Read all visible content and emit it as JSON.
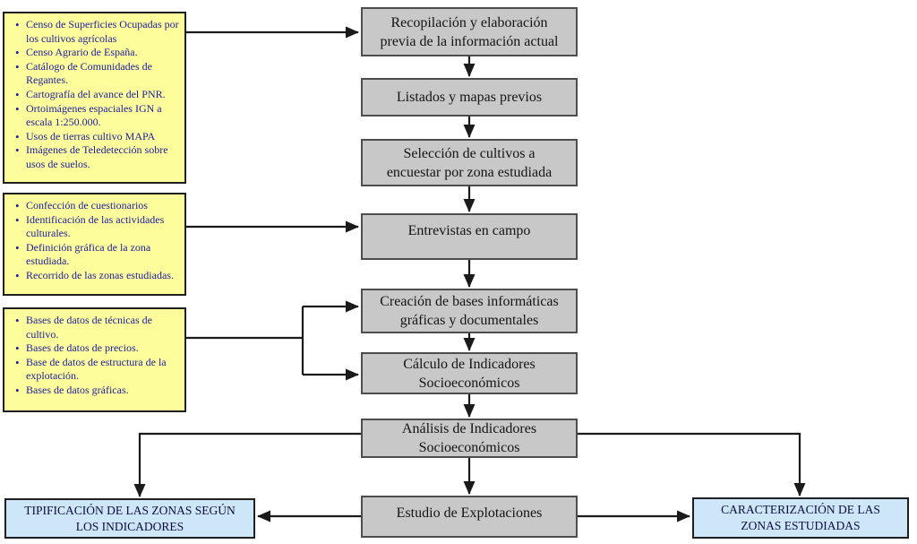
{
  "diagram": {
    "title_hint": "Metodología de estudio (flujo de trabajo)",
    "colors": {
      "source_box_bg": "#fdfd9c",
      "source_box_text": "#1c1c9e",
      "process_box_bg": "#c8c8c8",
      "process_box_text": "#141414",
      "result_box_bg": "#cde7f8",
      "result_box_text": "#0d0d3d",
      "arrow": "#1a1a1a",
      "background": "#ffffff"
    },
    "source_boxes": [
      {
        "items": [
          "Censo de Superficies Ocupadas por los cultivos agrícolas",
          "Censo Agrario de España.",
          "Catálogo de Comunidades de Regantes.",
          "Cartografía del avance del PNR.",
          "Ortoimágenes espaciales IGN a escala 1:250.000.",
          "Usos de tierras cultivo MAPA",
          "Imágenes de Teledetección sobre usos de suelos."
        ]
      },
      {
        "items": [
          "Confección de cuestionarios",
          "Identificación de las actividades culturales.",
          "Definición gráfica de la zona estudiada.",
          "Recorrido de las zonas estudiadas."
        ]
      },
      {
        "items": [
          "Bases de datos de técnicas de cultivo.",
          "Bases de datos de precios.",
          "Base de datos de estructura de la explotación.",
          "Bases de datos gráficas."
        ]
      }
    ],
    "process_boxes": [
      {
        "label": "Recopilación y elaboración\nprevia de la información actual"
      },
      {
        "label": "Listados y mapas previos"
      },
      {
        "label": "Selección de cultivos a\nencuestar por zona estudiada"
      },
      {
        "label": "Entrevistas en campo"
      },
      {
        "label": "Creación de bases informáticas\ngráficas y documentales"
      },
      {
        "label": "Cálculo de Indicadores\nSocioeconómicos"
      },
      {
        "label": "Análisis de Indicadores\nSocioeconómicos"
      },
      {
        "label": "Estudio de Explotaciones"
      }
    ],
    "result_boxes": [
      {
        "label": "TIPIFICACIÓN DE LAS ZONAS SEGÚN\nLOS INDICADORES"
      },
      {
        "label": "CARACTERIZACIÓN DE LAS\nZONAS ESTUDIADAS"
      }
    ],
    "edges": [
      {
        "from": "source-list-box-1",
        "to": "process-recopilacion"
      },
      {
        "from": "process-recopilacion",
        "to": "process-listados"
      },
      {
        "from": "process-listados",
        "to": "process-seleccion"
      },
      {
        "from": "process-seleccion",
        "to": "process-entrevistas"
      },
      {
        "from": "source-list-box-2",
        "to": "process-entrevistas"
      },
      {
        "from": "process-entrevistas",
        "to": "process-creacion-bases"
      },
      {
        "from": "source-list-box-3",
        "to": "process-creacion-bases"
      },
      {
        "from": "source-list-box-3",
        "to": "process-calculo-indicadores"
      },
      {
        "from": "process-creacion-bases",
        "to": "process-calculo-indicadores"
      },
      {
        "from": "process-calculo-indicadores",
        "to": "process-analisis-indicadores"
      },
      {
        "from": "process-analisis-indicadores",
        "to": "process-estudio-explotaciones"
      },
      {
        "from": "process-analisis-indicadores",
        "to": "result-tipificacion"
      },
      {
        "from": "process-analisis-indicadores",
        "to": "result-caracterizacion"
      },
      {
        "from": "process-estudio-explotaciones",
        "to": "result-tipificacion"
      },
      {
        "from": "process-estudio-explotaciones",
        "to": "result-caracterizacion"
      }
    ]
  }
}
